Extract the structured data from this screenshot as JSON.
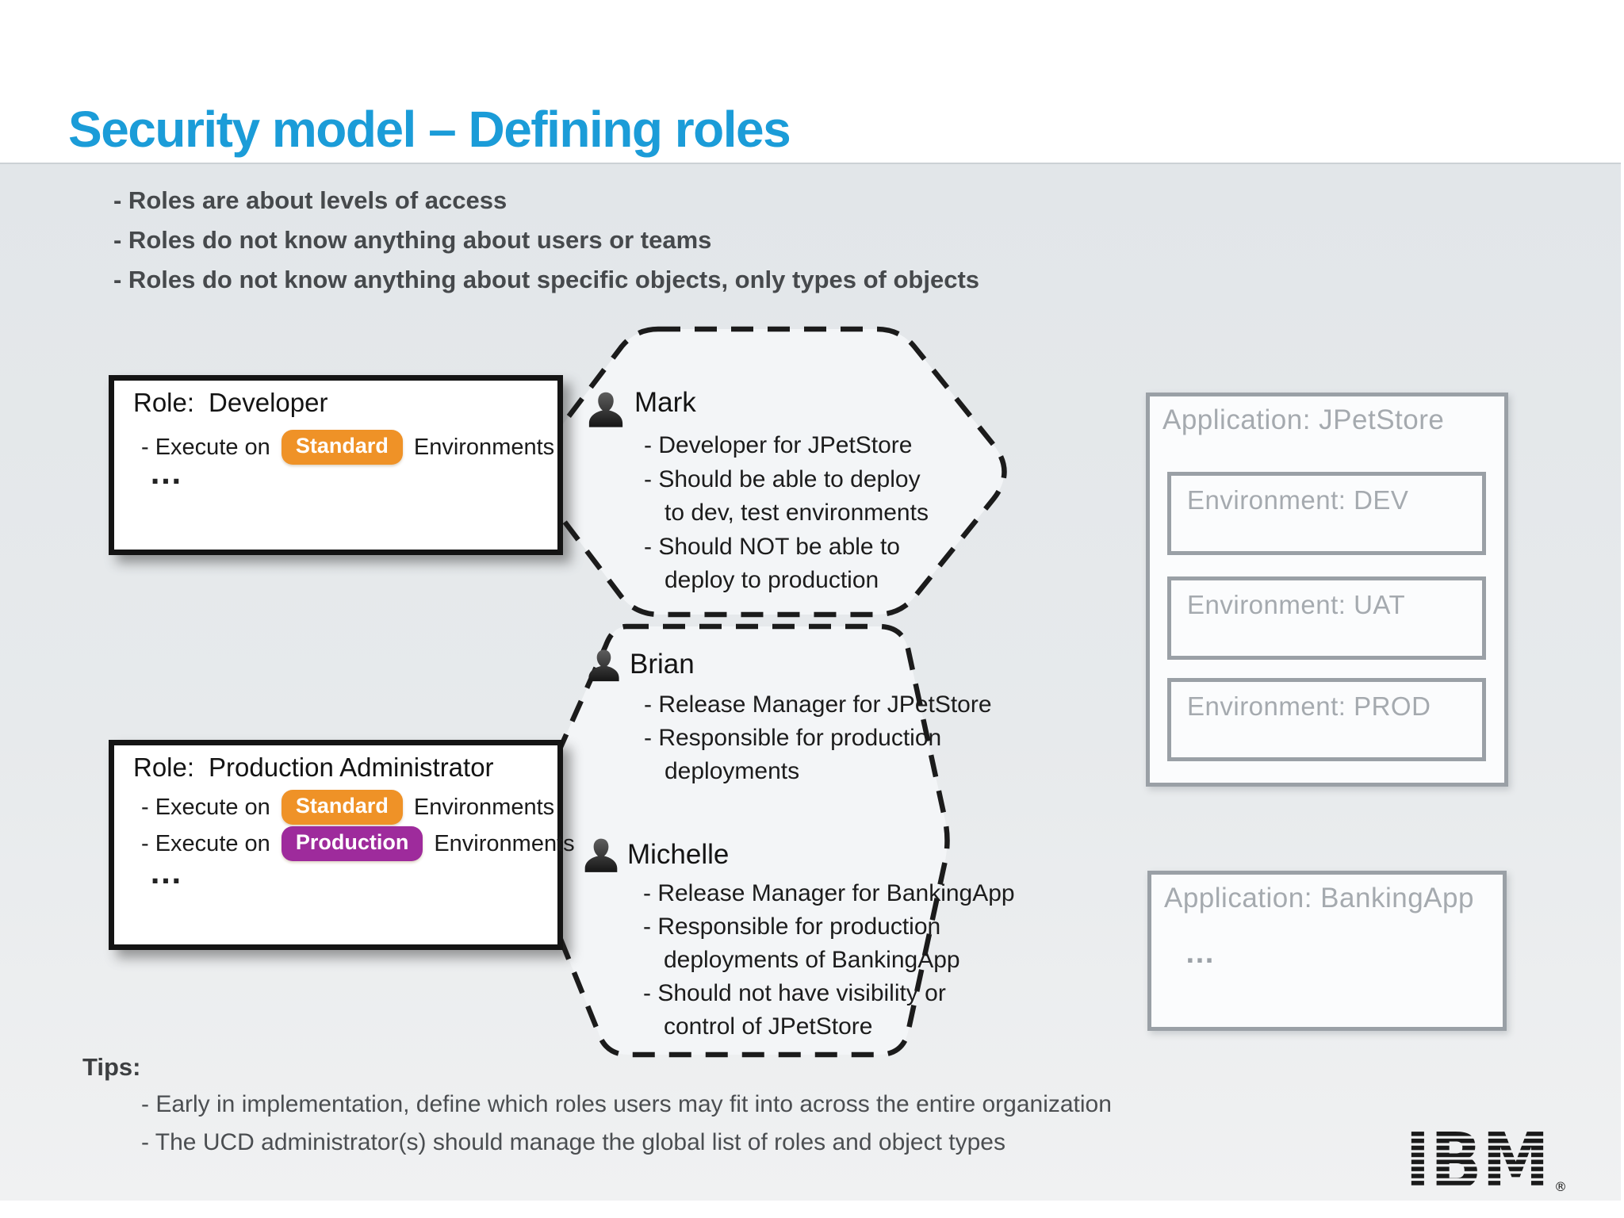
{
  "slide": {
    "title": "Security model – Defining roles",
    "intro_bullets": [
      "- Roles are about levels of access",
      "- Roles do not know anything about users or teams",
      "- Roles do not know anything about specific objects, only types of objects"
    ],
    "role_boxes": [
      {
        "label": "Role:",
        "name": "Developer",
        "permissions": [
          {
            "prefix": "- Execute on",
            "badge": "Standard",
            "suffix": "Environments",
            "badge_color": "#ef9227"
          }
        ],
        "more": "…"
      },
      {
        "label": "Role:",
        "name": "Production Administrator",
        "permissions": [
          {
            "prefix": "- Execute on",
            "badge": "Standard",
            "suffix": "Environments",
            "badge_color": "#ef9227"
          },
          {
            "prefix": "- Execute on",
            "badge": "Production",
            "suffix": "Environments",
            "badge_color": "#9e2b9c"
          }
        ],
        "more": "…"
      }
    ],
    "personas": [
      {
        "name": "Mark",
        "icon": "person-icon",
        "lines": [
          "- Developer for JPetStore",
          "- Should be able to deploy",
          "to dev, test environments",
          "- Should NOT be able to",
          "deploy to production"
        ]
      },
      {
        "name": "Brian",
        "icon": "person-icon",
        "lines": [
          "- Release Manager for JPetStore",
          "- Responsible for production",
          "deployments"
        ]
      },
      {
        "name": "Michelle",
        "icon": "person-icon",
        "lines": [
          "- Release Manager for BankingApp",
          "- Responsible for production",
          "deployments of BankingApp",
          "- Should not have visibility or",
          "control of JPetStore"
        ]
      }
    ],
    "applications": [
      {
        "title": "Application: JPetStore",
        "environments": [
          "Environment: DEV",
          "Environment: UAT",
          "Environment: PROD"
        ]
      },
      {
        "title": "Application: BankingApp",
        "more": "…"
      }
    ],
    "tips": {
      "heading": "Tips:",
      "items": [
        "- Early in implementation, define which roles users may fit into across the entire organization",
        "- The UCD administrator(s) should manage the global list of roles and object types"
      ]
    },
    "branding": {
      "logo_text": "IBM",
      "registered_mark": "®"
    },
    "colors": {
      "title_blue": "#1b9cd8",
      "standard_badge": "#ef9227",
      "production_badge": "#9e2b9c",
      "panel_gray": "#e7eaec",
      "muted_gray": "#9aa0a6"
    }
  }
}
